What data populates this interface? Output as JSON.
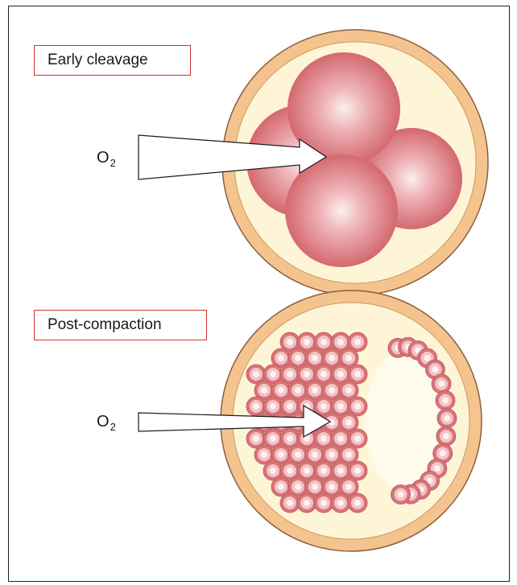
{
  "panels": {
    "top": {
      "label": "Early cleavage",
      "molecule": "O",
      "molecule_subscript": "2"
    },
    "bottom": {
      "label": "Post-compaction",
      "molecule": "O",
      "molecule_subscript": "2"
    }
  },
  "colors": {
    "label_border": "#d0312d",
    "zona": "#f5c38e",
    "perivitelline": "#fdf5d6",
    "cell_light": "#f8dfe0",
    "cell_dark": "#d9747a"
  }
}
